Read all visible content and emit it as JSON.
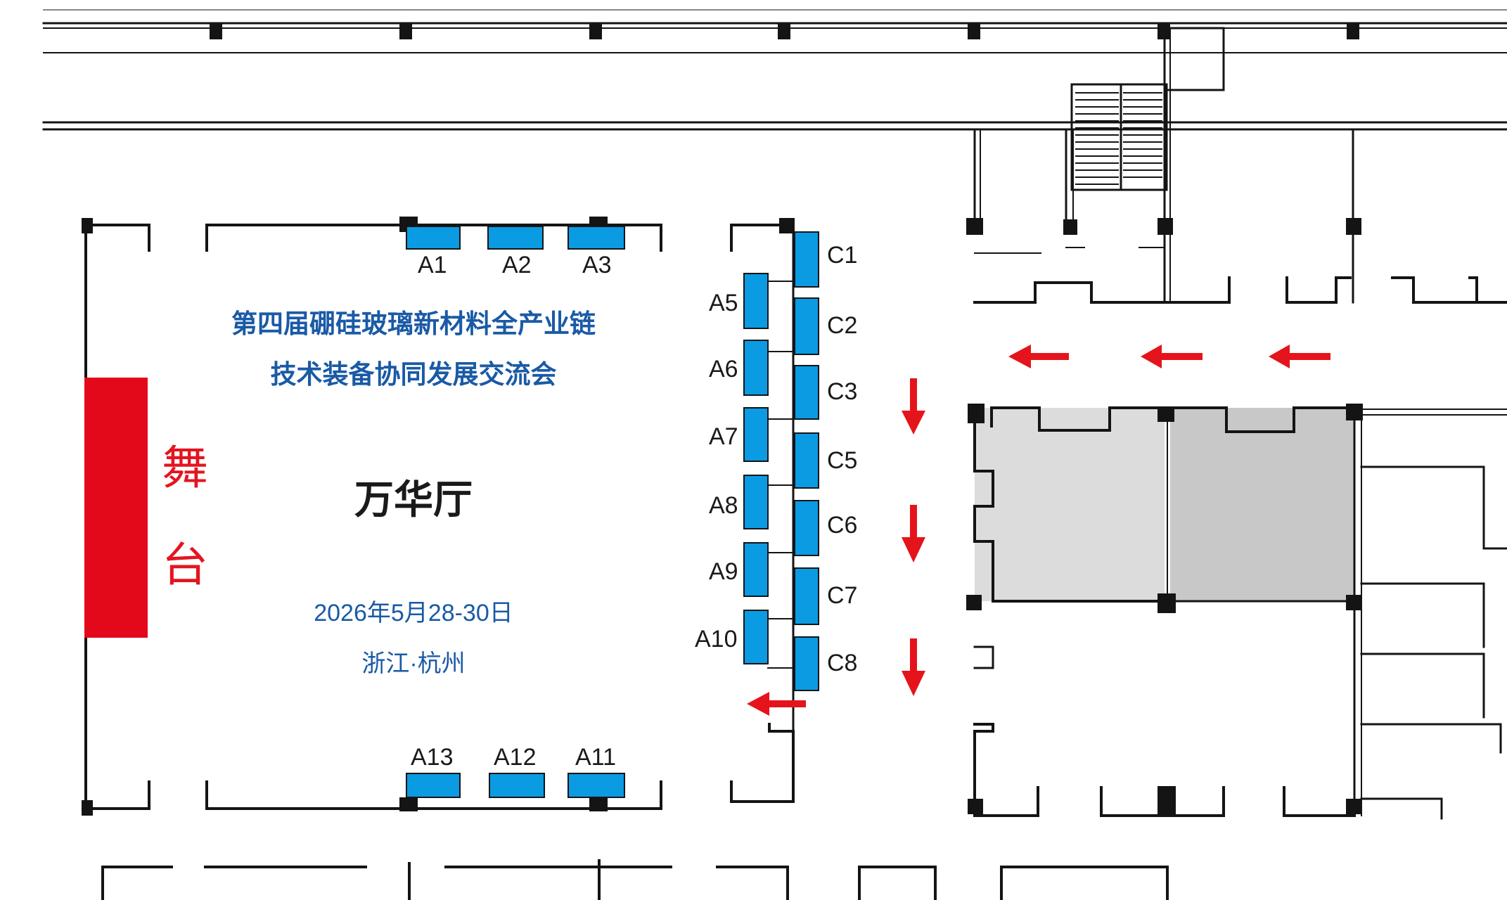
{
  "event": {
    "title_line1": "第四届硼硅玻璃新材料全产业链",
    "title_line2": "技术装备协同发展交流会",
    "hall_name": "万华厅",
    "date": "2026年5月28-30日",
    "location": "浙江·杭州"
  },
  "stage": {
    "char1": "舞",
    "char2": "台"
  },
  "booths": {
    "A1": "A1",
    "A2": "A2",
    "A3": "A3",
    "A5": "A5",
    "A6": "A6",
    "A7": "A7",
    "A8": "A8",
    "A9": "A9",
    "A10": "A10",
    "A11": "A11",
    "A12": "A12",
    "A13": "A13",
    "C1": "C1",
    "C2": "C2",
    "C3": "C3",
    "C5": "C5",
    "C6": "C6",
    "C7": "C7",
    "C8": "C8"
  },
  "colors": {
    "booth_fill": "#0a9be3",
    "stage_fill": "#e3091a",
    "arrow": "#e5141c",
    "title": "#1a5aa6",
    "wall": "#141414",
    "room_gray": "#d2d2d2"
  }
}
